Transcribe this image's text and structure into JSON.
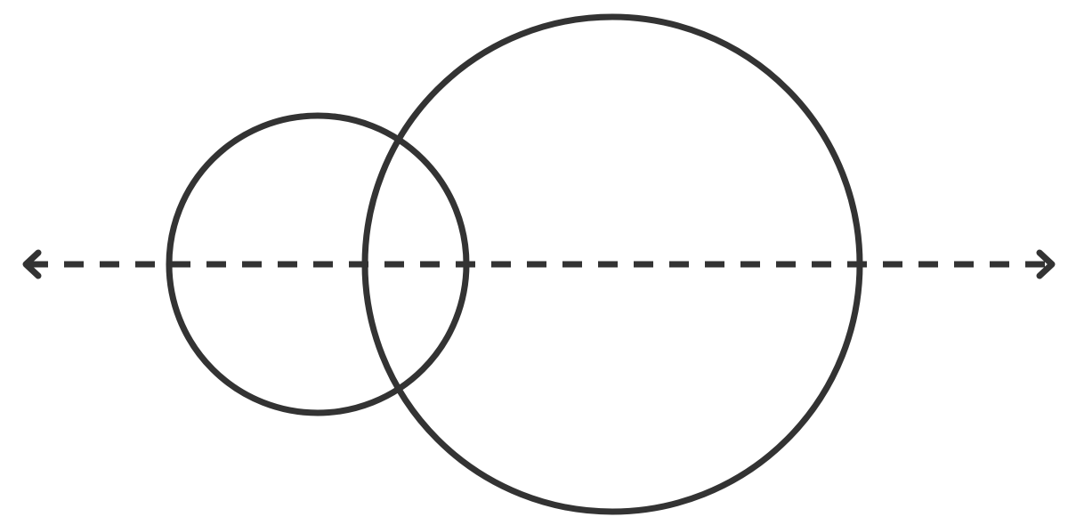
{
  "diagram": {
    "stroke_color": "#333333",
    "background": "#ffffff",
    "elements": [
      {
        "kind": "circle",
        "role": "small-circle"
      },
      {
        "kind": "circle",
        "role": "large-circle"
      },
      {
        "kind": "dashed-line",
        "role": "horizontal-axis",
        "arrowheads": "both-ends"
      }
    ]
  }
}
